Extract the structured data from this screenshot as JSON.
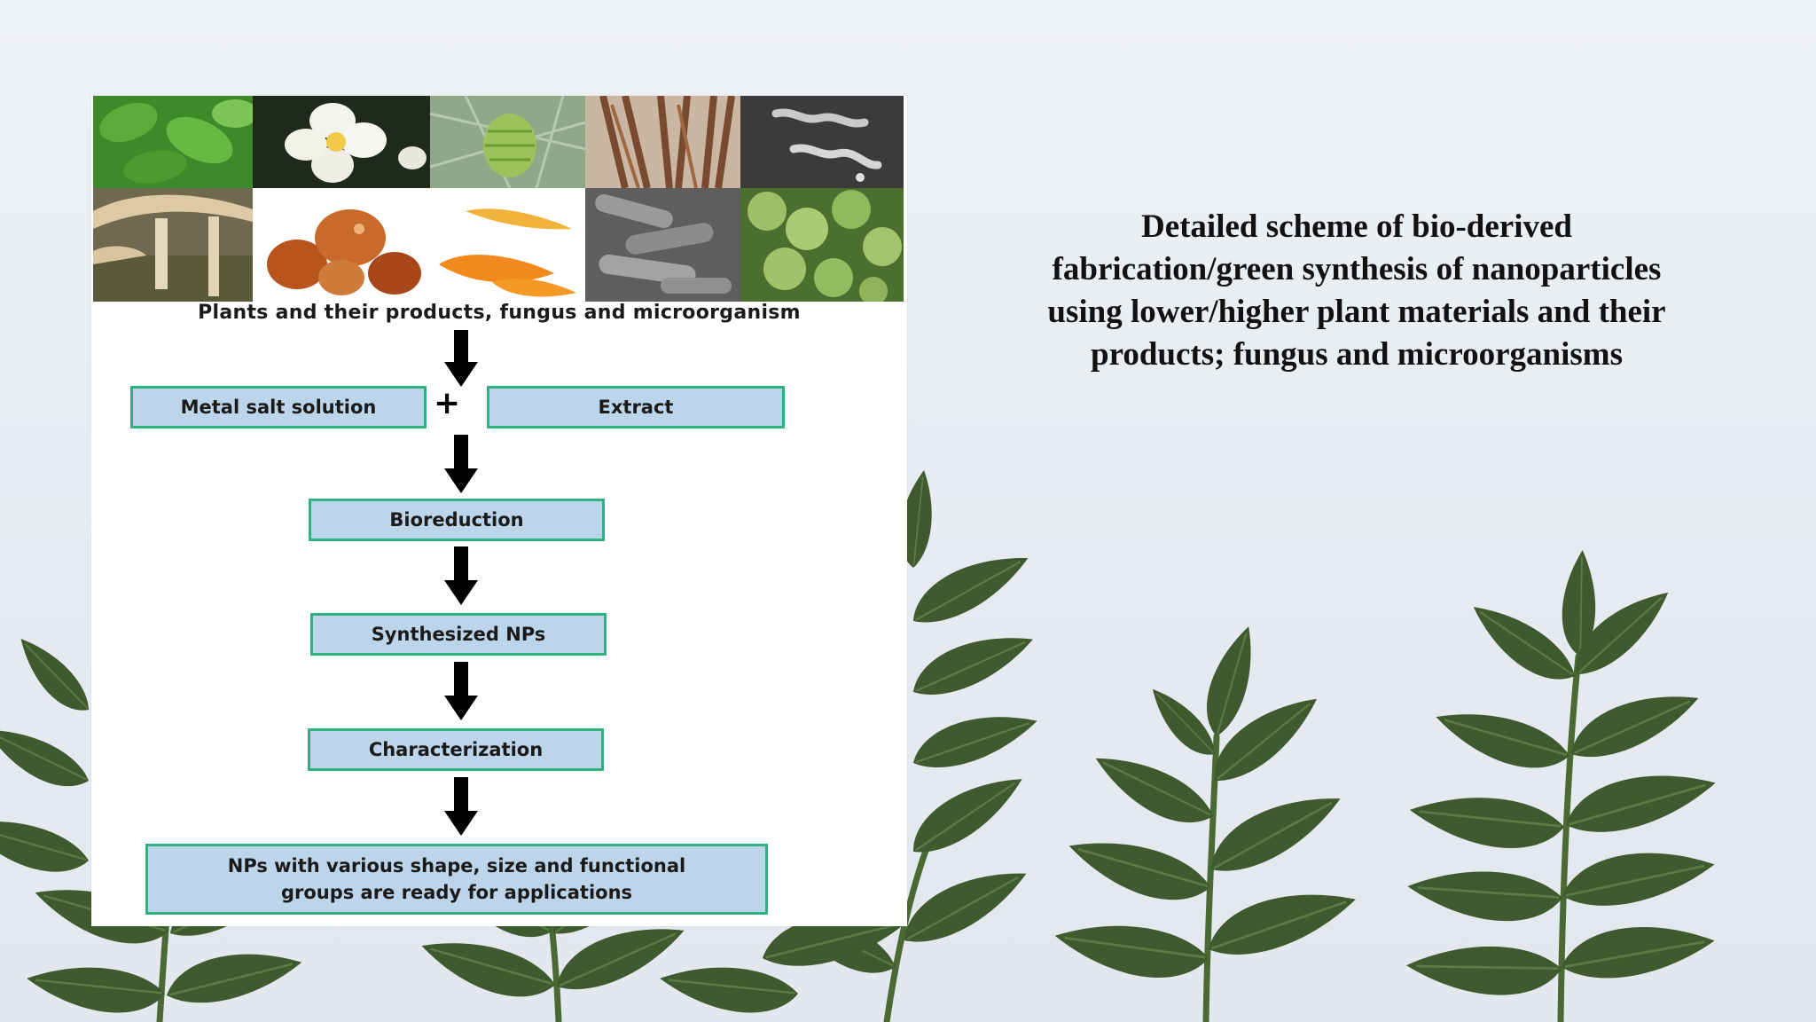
{
  "figure": {
    "photo_caption": "Plants and their products, fungus and microorganism",
    "photo_tiles": [
      "mint-leaves-photo",
      "white-flower-photo",
      "pine-cone-photo",
      "bark-roots-photo",
      "bacteria-micrograph-photo",
      "mushrooms-photo",
      "gum-resin-photo",
      "orange-peel-photo",
      "rod-bacteria-micrograph-photo",
      "green-spores-micrograph-photo"
    ],
    "flow": {
      "metal_salt": "Metal salt solution",
      "plus": "+",
      "extract": "Extract",
      "bioreduction": "Bioreduction",
      "synthesized": "Synthesized NPs",
      "characterization": "Characterization",
      "result_line1": "NPs with various shape, size and functional",
      "result_line2": "groups are ready for applications"
    }
  },
  "caption": {
    "text": "Detailed scheme of bio-derived fabrication/green synthesis of nanoparticles using lower/higher plant materials and their products; fungus and microorganisms"
  },
  "colors": {
    "box_fill": "#bcd5ea",
    "box_border": "#2fb27e",
    "arrow": "#000000",
    "leaf": "#3f5a2e"
  }
}
